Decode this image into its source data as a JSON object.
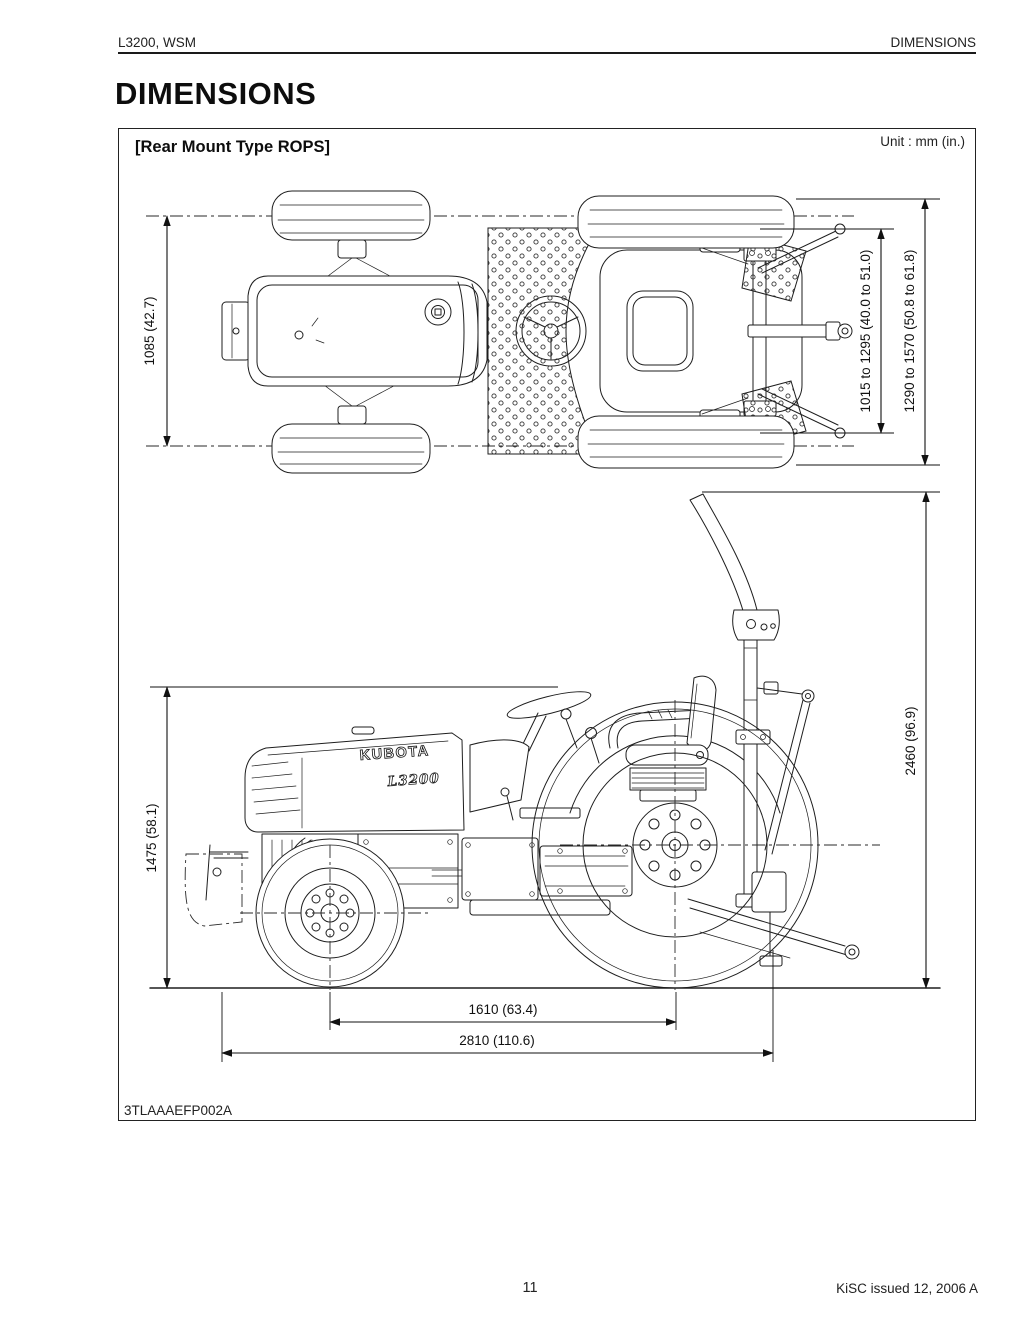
{
  "page": {
    "header": {
      "left": "L3200, WSM",
      "right": "DIMENSIONS"
    },
    "title": "DIMENSIONS",
    "footer": {
      "page_number": "11",
      "issue": "KiSC issued 12, 2006 A"
    }
  },
  "figure": {
    "caption": "[Rear Mount Type ROPS]",
    "unit_note": "Unit : mm (in.)",
    "figure_code": "3TLAAAEFP002A",
    "brand": "KUBOTA",
    "model": "L3200",
    "dimensions": {
      "front_tread": "1085 (42.7)",
      "rear_tread": "1015 to 1295 (40.0 to 51.0)",
      "rear_overall_width": "1290 to 1570 (50.8 to 61.8)",
      "steering_wheel_height": "1475 (58.1)",
      "overall_height_rops": "2460 (96.9)",
      "wheelbase": "1610 (63.4)",
      "overall_length": "2810 (110.6)"
    }
  }
}
